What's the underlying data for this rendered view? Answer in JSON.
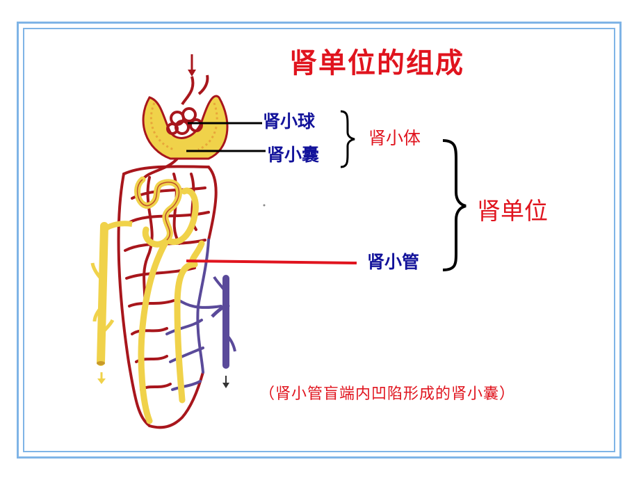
{
  "title": "肾单位的组成",
  "labels": {
    "glomerulus": "肾小球",
    "capsule": "肾小囊",
    "renal_corpuscle": "肾小体",
    "nephron": "肾单位",
    "renal_tubule": "肾小管"
  },
  "note": "（肾小管盲端内凹陷形成的肾小囊）",
  "colors": {
    "title": "#e0141e",
    "blue_label": "#12129a",
    "frame": "#7fb4e6",
    "vessel_red": "#a8161c",
    "tubule_yellow": "#f0d24a",
    "vein_purple": "#5a4a9a"
  }
}
